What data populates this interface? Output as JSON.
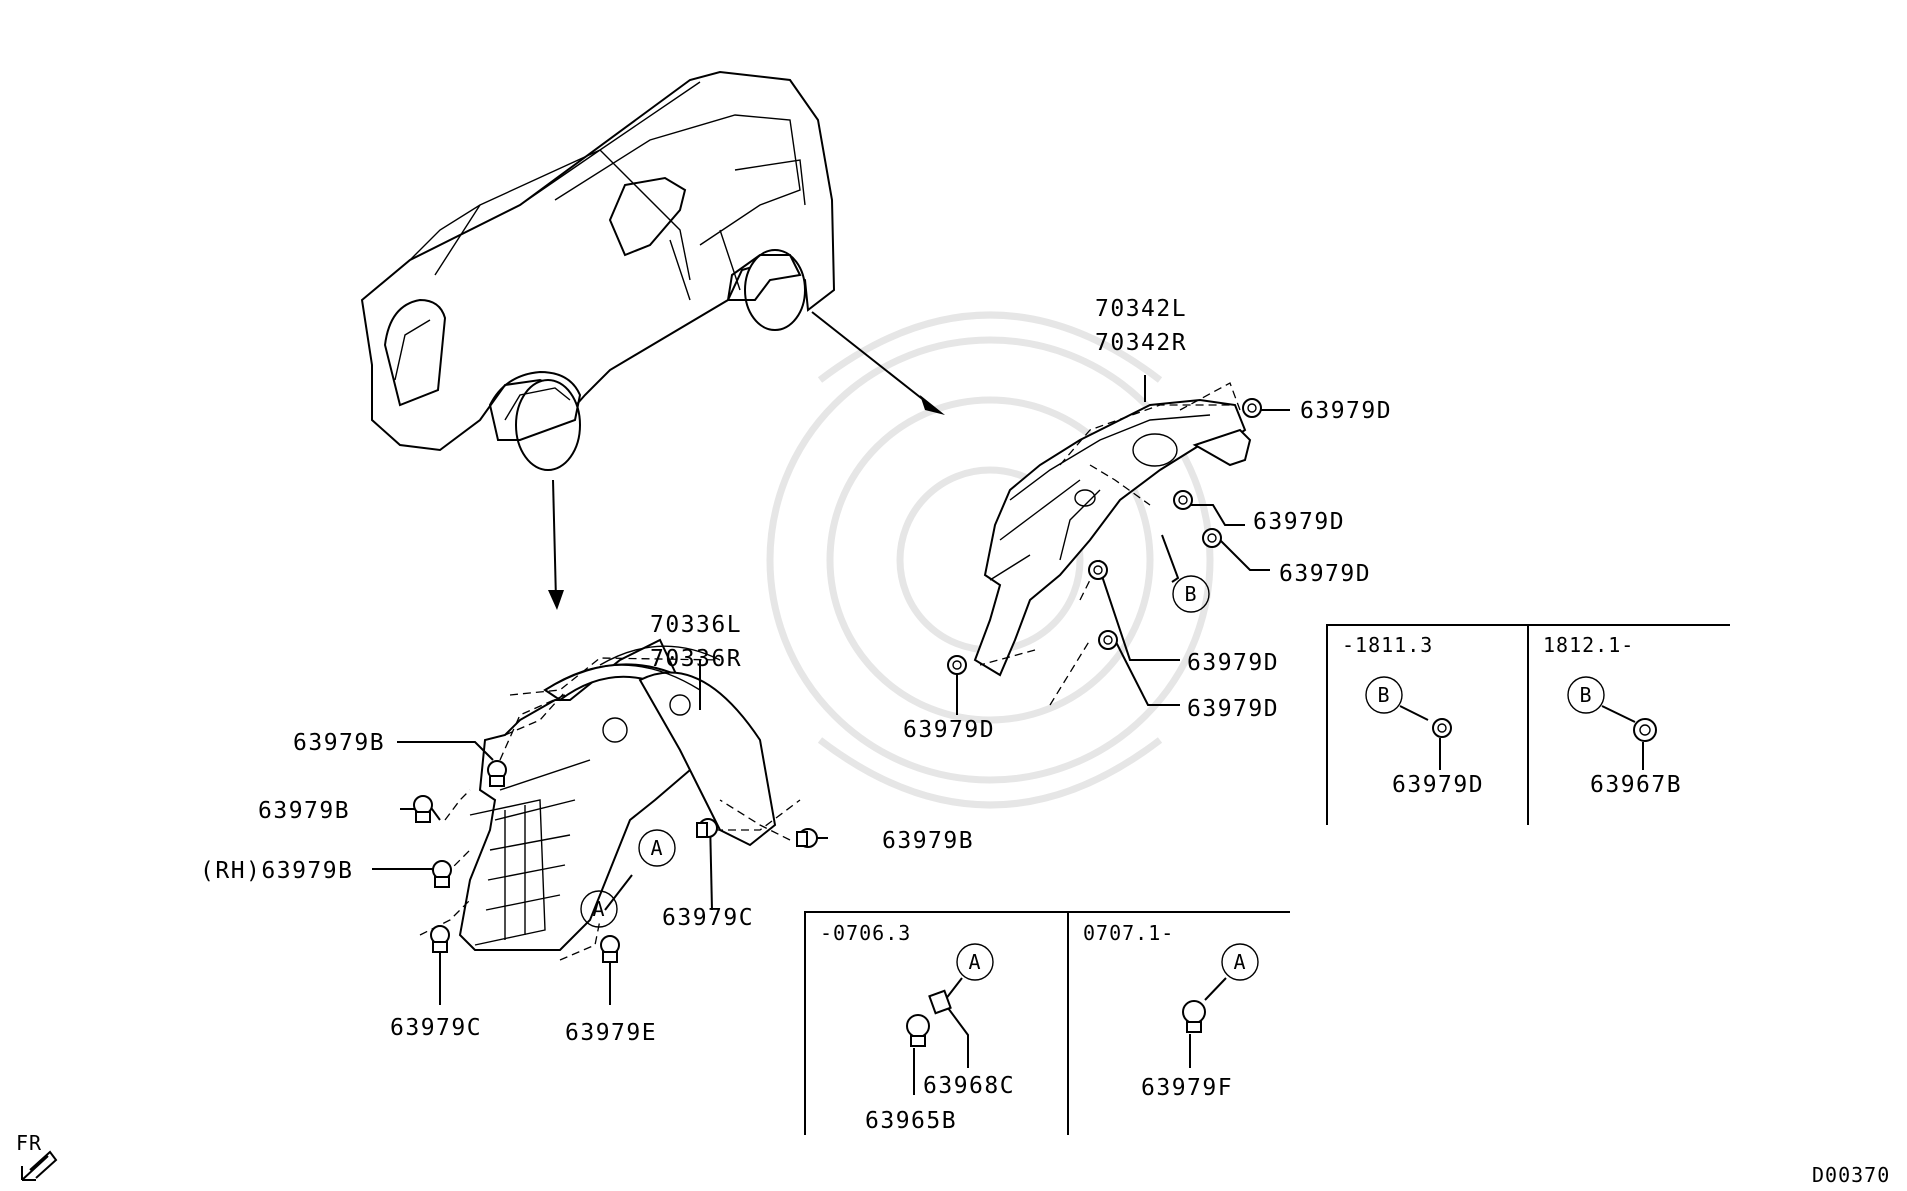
{
  "labels": {
    "front_liner_l": "70336L",
    "front_liner_r": "70336R",
    "rear_liner_l": "70342L",
    "rear_liner_r": "70342R",
    "f_b_top": "63979B",
    "f_b_mid": "63979B",
    "f_b_rh": "(RH)63979B",
    "f_b_right": "63979B",
    "f_c_left": "63979C",
    "f_c_center": "63979C",
    "f_e": "63979E",
    "r_d1": "63979D",
    "r_d2": "63979D",
    "r_d3": "63979D",
    "r_d4": "63979D",
    "r_d5": "63979D",
    "r_d6": "63979D"
  },
  "callouts": {
    "a": "A",
    "b": "B"
  },
  "box_a": {
    "left": {
      "range": "-0706.3",
      "parts": [
        "63968C",
        "63965B"
      ]
    },
    "right": {
      "range": "0707.1-",
      "parts": [
        "63979F"
      ]
    }
  },
  "box_b": {
    "left": {
      "range": "-1811.3",
      "parts": [
        "63979D"
      ]
    },
    "right": {
      "range": "1812.1-",
      "parts": [
        "63967B"
      ]
    }
  },
  "front_marker": "FR",
  "diagram_code": "D00370"
}
